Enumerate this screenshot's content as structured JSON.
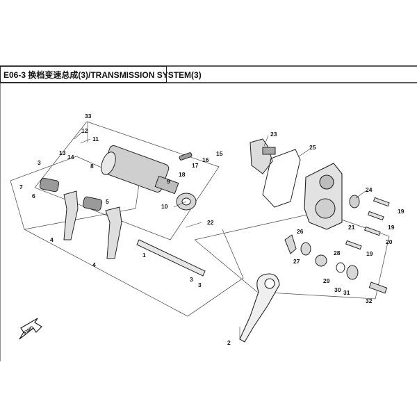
{
  "diagram": {
    "title": "E06-3 换档变速总成(3)/TRANSMISSION SYSTEM(3)",
    "fwd_label": "FWD",
    "callouts": [
      "33",
      "12",
      "11",
      "13",
      "14",
      "8",
      "9",
      "18",
      "17",
      "16",
      "15",
      "10",
      "3",
      "7",
      "6",
      "5",
      "4",
      "4",
      "1",
      "3",
      "3",
      "22",
      "2",
      "23",
      "25",
      "24",
      "19",
      "19",
      "20",
      "21",
      "19",
      "26",
      "27",
      "28",
      "29",
      "30",
      "31",
      "32"
    ]
  }
}
